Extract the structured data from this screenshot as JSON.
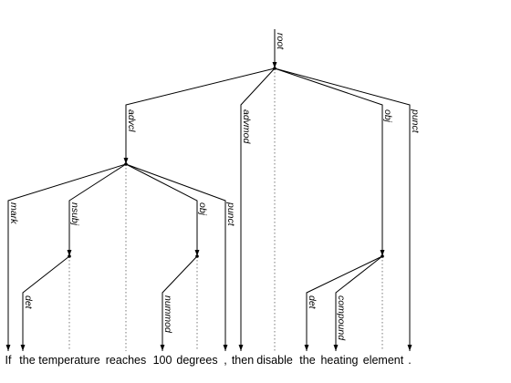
{
  "tokens": [
    "If",
    "the",
    "temperature",
    "reaches",
    "100",
    "degrees",
    ",",
    "then",
    "disable",
    "the",
    "heating",
    "element",
    "."
  ],
  "labels": {
    "root": "root",
    "advcl": "advcl",
    "advmod": "advmod",
    "obj_main": "obj",
    "punct_main": "punct",
    "mark": "mark",
    "nsubj": "nsubj",
    "obj_sub": "obj",
    "punct_sub": "punct",
    "det_temp": "det",
    "nummod": "nummod",
    "det_elem": "det",
    "compound": "compound"
  },
  "colors": {
    "line": "#000000",
    "projection": "#7a7a7a",
    "background": "#ffffff"
  }
}
